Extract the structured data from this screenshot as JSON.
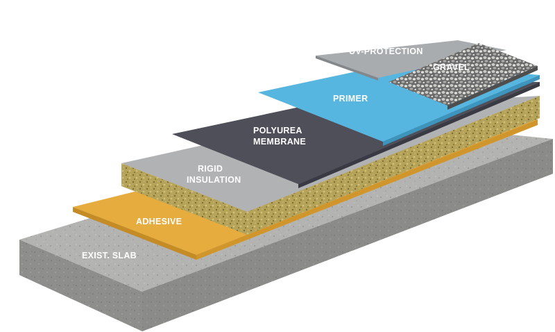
{
  "layers": [
    {
      "id": "exist-slab",
      "label": "EXIST. SLAB",
      "color": "#b4b4b2"
    },
    {
      "id": "adhesive",
      "label": "ADHESIVE",
      "color": "#e7ac3e"
    },
    {
      "id": "rigid-insulation",
      "label_line1": "RIGID",
      "label_line2": "INSULATION",
      "color": "#b0b1b3"
    },
    {
      "id": "polyurea-membrane",
      "label_line1": "POLYUREA",
      "label_line2": "MEMBRANE",
      "color": "#4f4f5a"
    },
    {
      "id": "primer",
      "label": "PRIMER",
      "color": "#56b6e0"
    },
    {
      "id": "uv-protection",
      "label": "UV-PROTECTION",
      "color": "#a8abae"
    },
    {
      "id": "gravel",
      "label": "GRAVEL",
      "color": "#8c8c8c"
    }
  ],
  "colors": {
    "background": "#ffffff",
    "concrete_top": "#b4b4b2",
    "concrete_side": "#8f8f8d",
    "foam": "#b9a55c",
    "foam_dark": "#8a7a3c"
  }
}
